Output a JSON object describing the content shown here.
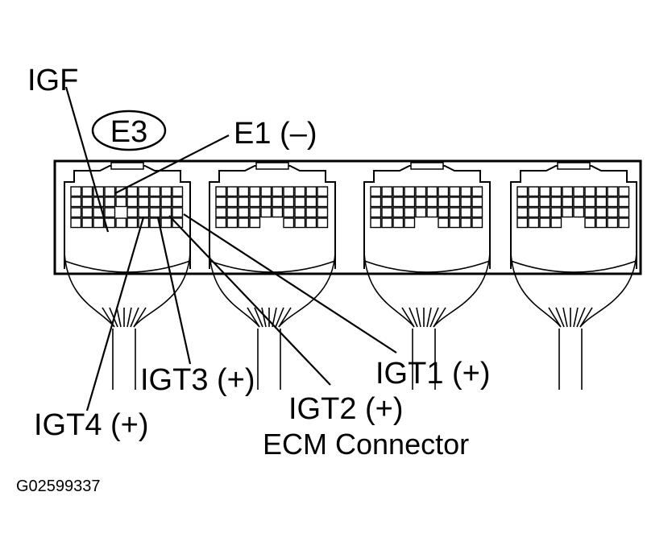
{
  "connector_code": "E3",
  "labels": {
    "igf": "IGF",
    "e1": "E1 (–)",
    "igt1": "IGT1 (+)",
    "igt2": "IGT2 (+)",
    "igt3": "IGT3 (+)",
    "igt4": "IGT4 (+)"
  },
  "caption": "ECM Connector",
  "figure_code": "G02599337"
}
